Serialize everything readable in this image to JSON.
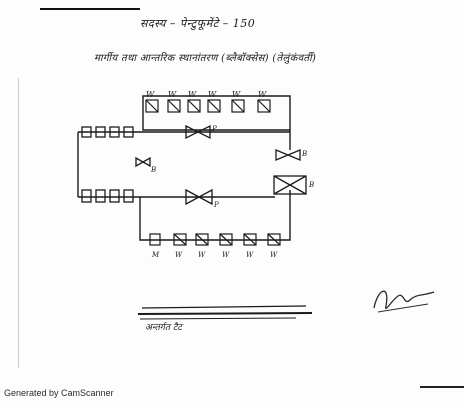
{
  "document": {
    "title_text": "सदस्य – पेन्‍टुफूमेंटे – 150",
    "subtitle_text": "मार्गीय तथा आन्तरिक स्थानांतरण (ब्लैबॉक्सेस) (तेलुंकंवर्ती)",
    "footer_note": "अन्तर्गत टैट"
  },
  "diagram": {
    "top_row_labels": [
      "W",
      "W",
      "W",
      "W",
      "W",
      "W"
    ],
    "bottom_row_labels": [
      "M",
      "W",
      "W",
      "W",
      "W",
      "W"
    ],
    "valve_labels": [
      "P",
      "B",
      "P",
      "B",
      "B"
    ]
  },
  "watermark": {
    "text": "Generated by CamScanner"
  },
  "colors": {
    "ink": "#1b1b1b",
    "paper": "#fdfdfd"
  }
}
